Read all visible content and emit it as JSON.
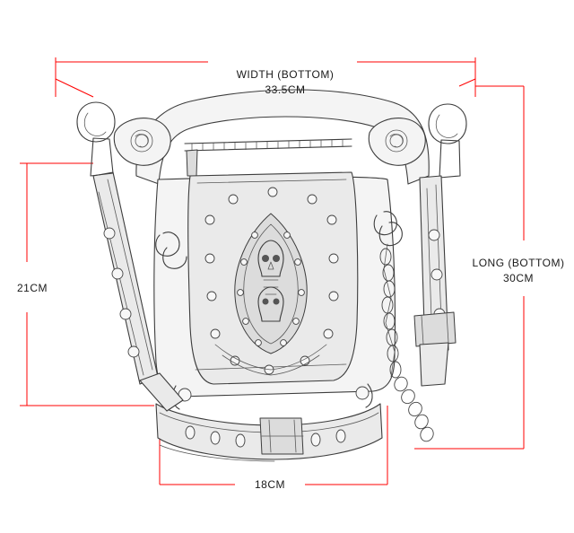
{
  "diagram": {
    "type": "product-dimension-diagram",
    "subject": "steampunk skull leg bag / waist bag",
    "background_color": "#ffffff",
    "line_color": "#3d3d3d",
    "measure_line_color": "#ff0000",
    "text_color": "#1a1a1a"
  },
  "measurements": [
    {
      "id": "width-bottom",
      "label": "WIDTH  (BOTTOM)",
      "value": "33.5CM",
      "position": "top",
      "orientation": "horizontal"
    },
    {
      "id": "long-bottom",
      "label": "LONG  (BOTTOM)",
      "value": "30CM",
      "position": "right",
      "orientation": "vertical"
    },
    {
      "id": "height-left",
      "label": "",
      "value": "21CM",
      "position": "left",
      "orientation": "vertical"
    },
    {
      "id": "bottom-width",
      "label": "",
      "value": "18CM",
      "position": "bottom",
      "orientation": "horizontal"
    }
  ]
}
